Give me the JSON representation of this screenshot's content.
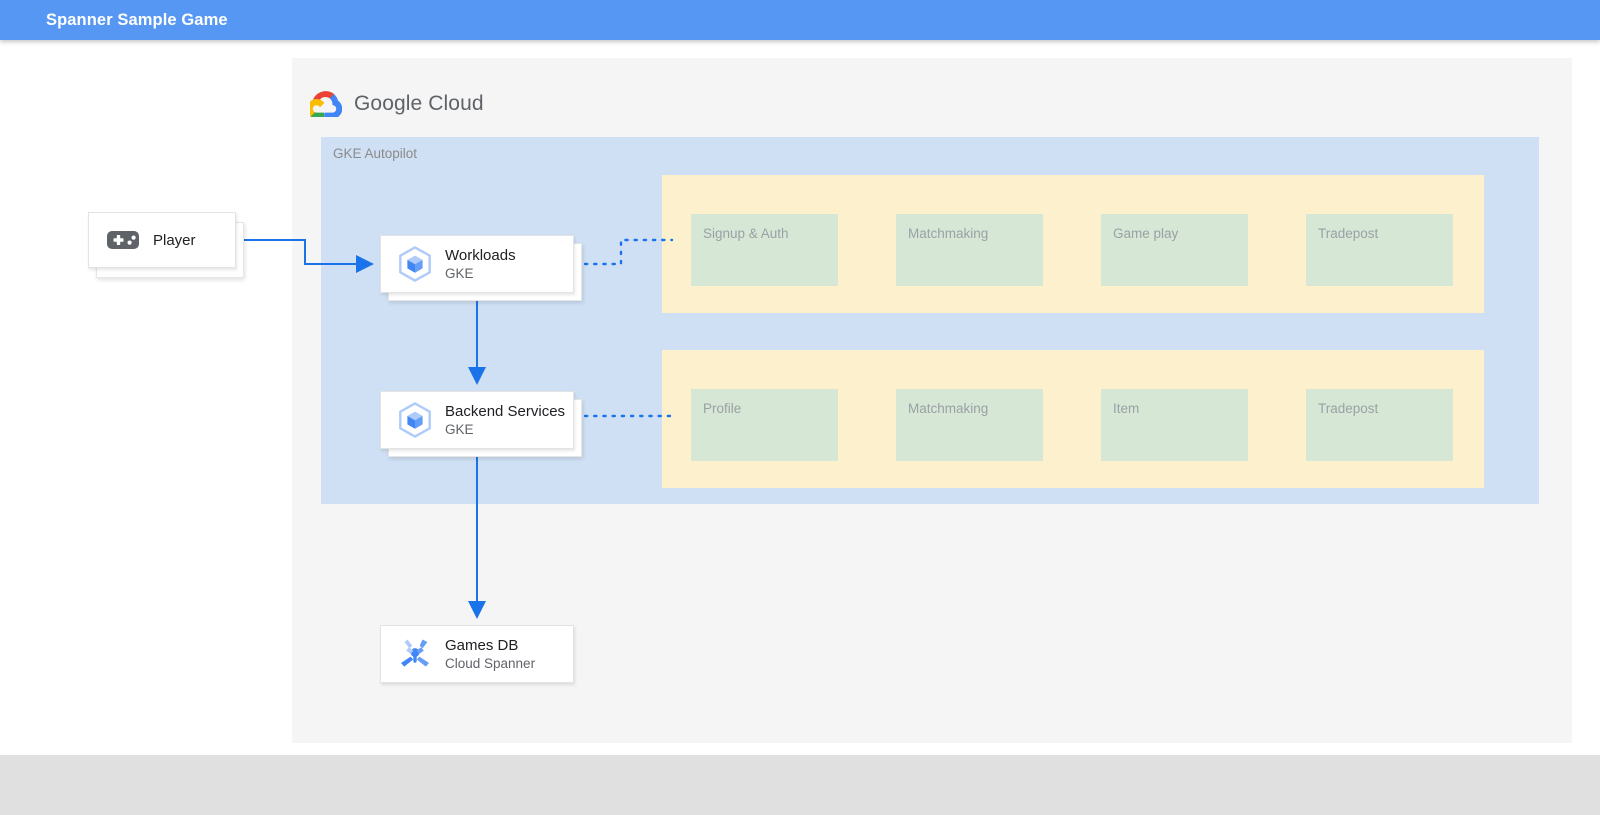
{
  "appbar": {
    "title": "Spanner Sample Game",
    "background": "#5697f3",
    "text_color": "#ffffff"
  },
  "diagram": {
    "brand": {
      "wordmark_bold": "Google",
      "wordmark_light": "Cloud",
      "icon": "google-cloud-logo"
    },
    "container": {
      "label": "GKE Autopilot",
      "background": "#cfe0f4"
    },
    "service_rows": [
      {
        "name": "frontend-services",
        "background": "#fdf0cd",
        "cards": [
          {
            "label": "Signup & Auth"
          },
          {
            "label": "Matchmaking"
          },
          {
            "label": "Game play"
          },
          {
            "label": "Tradepost"
          }
        ]
      },
      {
        "name": "backend-services",
        "background": "#fdf0cd",
        "cards": [
          {
            "label": "Profile"
          },
          {
            "label": "Matchmaking"
          },
          {
            "label": "Item"
          },
          {
            "label": "Tradepost"
          }
        ]
      }
    ],
    "nodes": {
      "player": {
        "title": "Player",
        "subtitle": "",
        "icon": "gamepad-icon"
      },
      "workloads": {
        "title": "Workloads",
        "subtitle": "GKE",
        "icon": "gke-icon"
      },
      "backend": {
        "title": "Backend Services",
        "subtitle": "GKE",
        "icon": "gke-icon"
      },
      "gamesdb": {
        "title": "Games DB",
        "subtitle": "Cloud Spanner",
        "icon": "cloud-spanner-icon"
      }
    },
    "colors": {
      "card_green": "#d6e8d5",
      "card_label": "#9aa0a6",
      "group_yellow": "#fdf0cd",
      "container_blue": "#cfe0f4",
      "panel_gray": "#f5f5f5",
      "connector_blue": "#1a73e8",
      "footer_gray": "#e0e0e0"
    }
  }
}
